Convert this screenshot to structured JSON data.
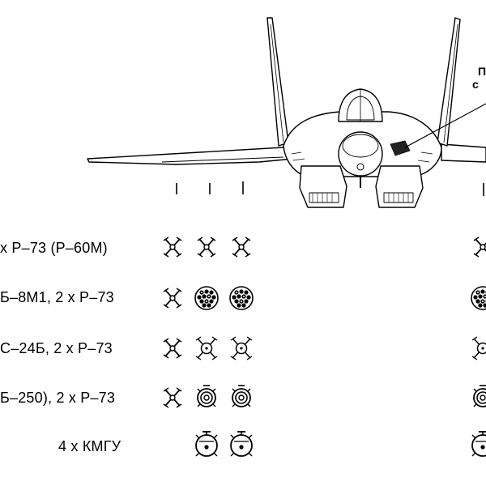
{
  "callout": {
    "line1": "П",
    "line2": "с"
  },
  "rows": [
    {
      "label": "x Р–73 (Р–60М)",
      "stations": [
        "missile",
        "missile",
        "missile"
      ],
      "right_partial": "missile"
    },
    {
      "label": "Б–8М1, 2 х Р–73",
      "stations": [
        "missile",
        "rocket-pod",
        "rocket-pod"
      ],
      "right_partial": "rocket-pod"
    },
    {
      "label": "С–24Б, 2 х Р–73",
      "stations": [
        "missile",
        "rocket",
        "rocket"
      ],
      "right_partial": "rocket"
    },
    {
      "label": "Б–250), 2 х Р–73",
      "stations": [
        "missile",
        "bomb",
        "bomb"
      ],
      "right_partial": "bomb"
    },
    {
      "label": "4 х КМГУ",
      "stations": [
        "none",
        "container",
        "container"
      ],
      "right_partial": "container"
    }
  ]
}
